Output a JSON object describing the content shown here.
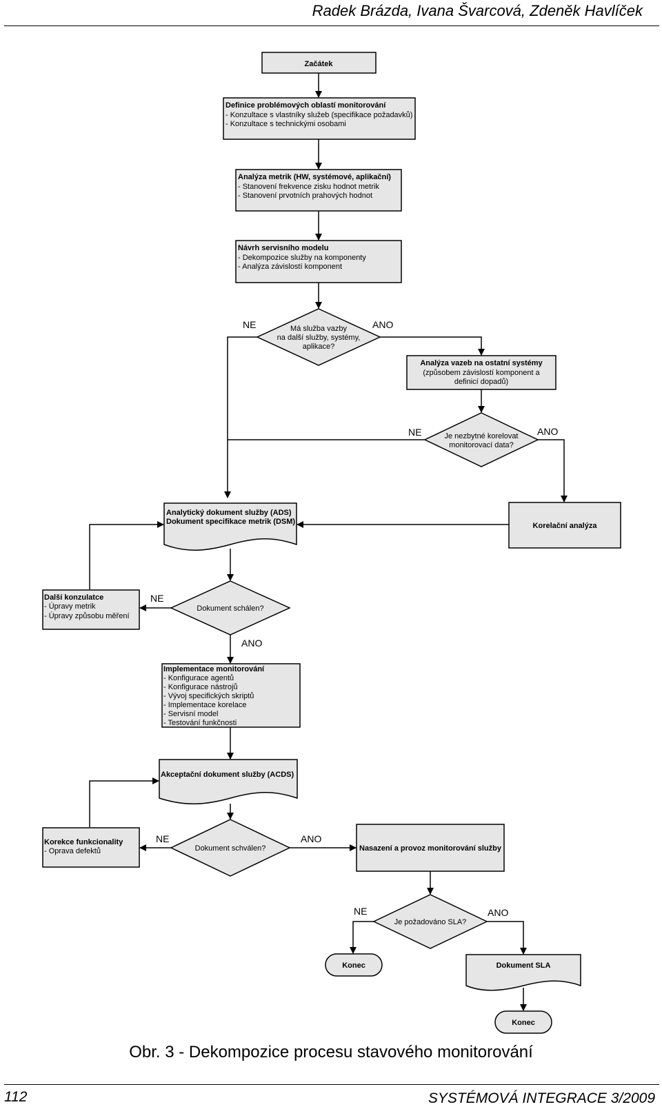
{
  "header": {
    "authors": "Radek Brázda, Ivana Švarcová, Zdeněk Havlíček"
  },
  "flowchart": {
    "start": "Začátek",
    "definice": {
      "title": "Definice problémových oblastí monitorování",
      "items": [
        "- Konzultace s vlastníky služeb (specifikace požadavků)",
        "- Konzultace s technickými osobami"
      ]
    },
    "analyza_metrik": {
      "title": "Analýza metrik (HW, systémové, aplikační)",
      "items": [
        "- Stanovení frekvence zisku hodnot metrik",
        "- Stanovení prvotních prahových hodnot"
      ]
    },
    "navrh": {
      "title": "Návrh servisního modelu",
      "items": [
        "- Dekompozice služby na komponenty",
        "- Analýza závislostí komponent"
      ]
    },
    "decision_vazby": [
      "Má služba vazby",
      "na další služby, systémy,",
      "aplikace?"
    ],
    "analyza_vazeb": [
      "Analýza vazeb na ostatní systémy",
      "(způsobem závislostí komponent  a",
      "definicí dopadů)"
    ],
    "decision_korelace": [
      "Je nezbytné korelovat",
      "monitorovací data?"
    ],
    "ads_doc": [
      "Analytický dokument služby (ADS)",
      "Dokument specifikace metrik (DSM)"
    ],
    "korelacni": "Korelační analýza",
    "dalsi": {
      "title": "Další konzulatce",
      "items": [
        "- Úpravy metrik",
        "- Úpravy způsobu měření"
      ]
    },
    "decision_schalen": "Dokument schálen?",
    "implementace": {
      "title": "Implementace monitorování",
      "items": [
        "- Konfigurace agentů",
        "- Konfigurace nástrojů",
        "- Vývoj specifických skriptů",
        "- Implementace korelace",
        "- Servisní model",
        "- Testování funkčnosti"
      ]
    },
    "acds_doc": "Akceptační dokument služby (ACDS)",
    "korekce": {
      "title": "Korekce funkcionality",
      "items": [
        "- Oprava defektů"
      ]
    },
    "decision_schvalen": "Dokument schválen?",
    "nasazeni": "Nasazení a provoz monitorování služby",
    "decision_sla": "Je požadováno SLA?",
    "konec_1": "Konec",
    "sla_doc": "Dokument SLA",
    "konec_2": "Konec",
    "labels": {
      "no": "NE",
      "yes": "ANO"
    }
  },
  "caption": "Obr. 3 - Dekompozice procesu stavového monitorování",
  "footer": {
    "page_number": "112",
    "journal": "SYSTÉMOVÁ INTEGRACE 3/2009"
  },
  "colors": {
    "box_fill": "#e6e6e6",
    "stroke": "#000000"
  }
}
